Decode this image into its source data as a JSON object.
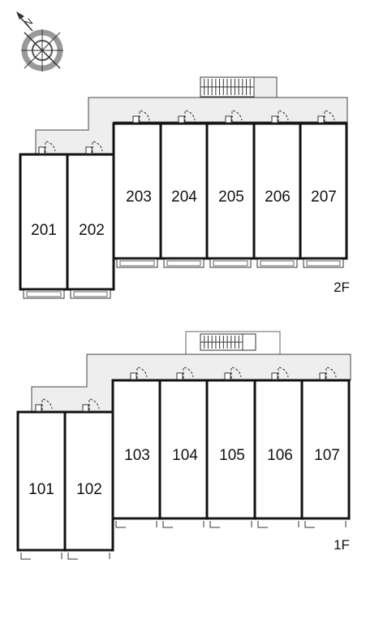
{
  "compass": {
    "north_label": "N",
    "icon": "compass-rose-icon"
  },
  "floors": [
    {
      "id": "2f",
      "label": "2F",
      "units": [
        "201",
        "202",
        "203",
        "204",
        "205",
        "206",
        "207"
      ]
    },
    {
      "id": "1f",
      "label": "1F",
      "units": [
        "101",
        "102",
        "103",
        "104",
        "105",
        "106",
        "107"
      ]
    }
  ],
  "colors": {
    "corridor": "#eeeeee",
    "wall": "#111111",
    "line": "#333333"
  }
}
